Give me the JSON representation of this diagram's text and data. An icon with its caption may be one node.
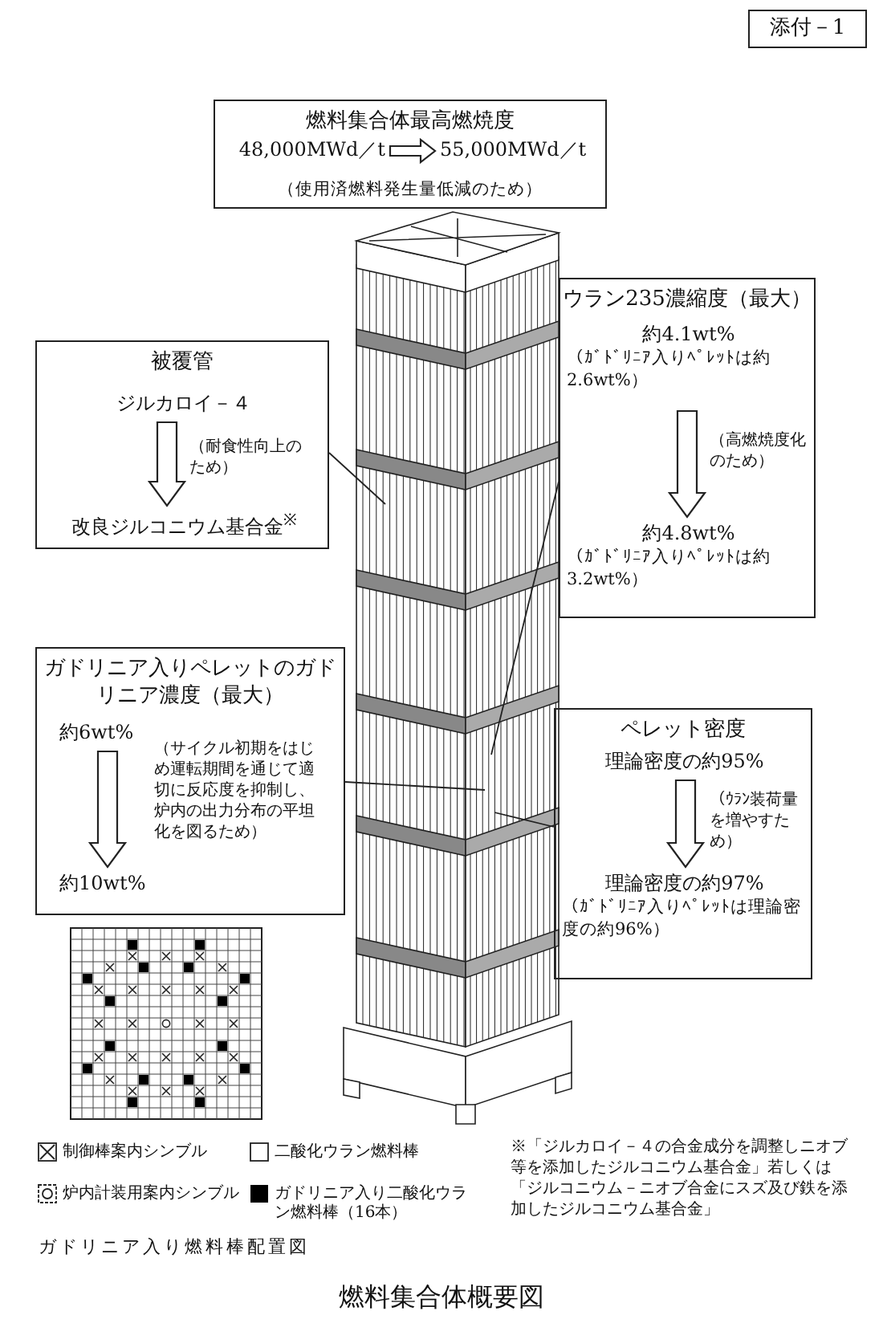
{
  "diagram": {
    "caption": "燃料集合体概要図",
    "nodes": [
      {
        "text": [
          "添付－1"
        ]
      },
      {
        "text": [
          "燃料集合体最高燃焼度",
          "（使用済燃料発生量低減のため）"
        ]
      },
      {
        "text": [
          "48,000MWd／t"
        ],
        "in": 1
      },
      {
        "text": [
          "55,000MWd／t"
        ],
        "in": 1
      },
      {
        "text": [
          "被覆管"
        ]
      },
      {
        "text": [
          "ジルカロイ－４"
        ],
        "in": 4
      },
      {
        "text": [
          "改良ジルコニウム基合金$^{※}$"
        ],
        "in": 4
      },
      {
        "text": [
          "ウラン235濃縮度（最大）"
        ]
      },
      {
        "text": [
          "約4.1wt%",
          "（ｶﾞﾄﾞﾘﾆｱ入りﾍﾟﾚｯﾄは約2.6wt%）"
        ],
        "in": 7
      },
      {
        "text": [
          "約4.8wt%",
          "（ｶﾞﾄﾞﾘﾆｱ入りﾍﾟﾚｯﾄは約3.2wt%）"
        ],
        "in": 7
      },
      {
        "text": [
          "ガドリニア入りペレットのガドリニア濃度（最大）"
        ]
      },
      {
        "text": [
          "約6wt%"
        ],
        "in": 10
      },
      {
        "text": [
          "約10wt%"
        ],
        "in": 10
      },
      {
        "text": [
          "ペレット密度"
        ]
      },
      {
        "text": [
          "理論密度の約95%"
        ],
        "in": 13
      },
      {
        "text": [
          "理論密度の約97%",
          "（ｶﾞﾄﾞﾘﾆｱ入りﾍﾟﾚｯﾄは理論密度の約96%）"
        ],
        "in": 13
      }
    ],
    "edges": [
      {
        "from": 2,
        "to": 3,
        "arrow": "to"
      },
      {
        "from": 5,
        "to": 6,
        "arrow": "to",
        "label": "（耐食性向上のため）"
      },
      {
        "from": 8,
        "to": 9,
        "arrow": "to",
        "label": "（高燃焼度化のため）"
      },
      {
        "from": 11,
        "to": 12,
        "arrow": "to",
        "label": "（サイクル初期をはじめ運転期間を通じて適切に反応度を抑制し、炉内の出力分布の平坦化を図るため）"
      },
      {
        "from": 14,
        "to": 15,
        "arrow": "to",
        "label": "（ｳﾗﾝ装荷量を増やすため）"
      },
      {
        "from": 4,
        "to": null,
        "arrow": "none"
      },
      {
        "from": 7,
        "to": null,
        "arrow": "none"
      },
      {
        "from": 10,
        "to": null,
        "arrow": "none"
      },
      {
        "from": 13,
        "to": null,
        "arrow": "none"
      }
    ],
    "labels": [
      "※「ジルカロイ－４の合金成分を調整しニオブ等を添加したジルコニウム基合金」若しくは「ジルコニウム－ニオブ合金にスズ及び鉄を添加したジルコニウム基合金」",
      "ガドリニア入り燃料棒配置図"
    ],
    "legend": [
      {
        "text": "制御棒案内シンブル"
      },
      {
        "text": "二酸化ウラン燃料棒"
      },
      {
        "text": "炉内計装用案内シンブル"
      },
      {
        "text": "ガドリニア入り二酸化ウラン燃料棒（16本）",
        "color": "#000000"
      }
    ]
  }
}
